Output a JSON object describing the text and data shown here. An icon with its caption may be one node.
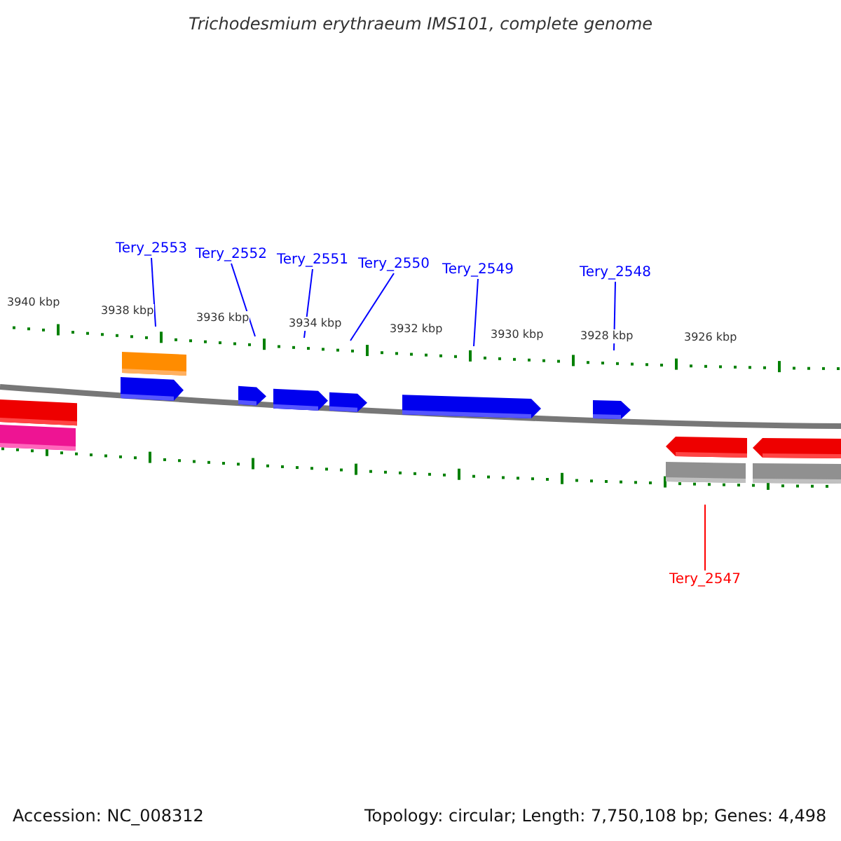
{
  "diagram": {
    "title": "Trichodesmium erythraeum IMS101, complete genome",
    "nodes": [
      {
        "text": [
          "Tery_2553"
        ]
      },
      {
        "text": [
          "Tery_2552"
        ]
      },
      {
        "text": [
          "Tery_2551"
        ]
      },
      {
        "text": [
          "Tery_2550"
        ]
      },
      {
        "text": [
          "Tery_2549"
        ]
      },
      {
        "text": [
          "Tery_2548"
        ]
      },
      {
        "text": [
          "Tery_2547"
        ]
      },
      {
        "text": [],
        "shape": "scale"
      },
      {
        "text": [],
        "shape": "scale"
      }
    ],
    "edges": [
      {
        "from": 0,
        "to": 7,
        "arrow": "none"
      },
      {
        "from": 1,
        "to": 7,
        "arrow": "none"
      },
      {
        "from": 2,
        "to": 7,
        "arrow": "none"
      },
      {
        "from": 3,
        "to": 7,
        "arrow": "none"
      },
      {
        "from": 4,
        "to": 7,
        "arrow": "none"
      },
      {
        "from": 5,
        "to": 7,
        "arrow": "none"
      },
      {
        "from": 6,
        "to": 8,
        "arrow": "none",
        "color": "#ff0000"
      }
    ],
    "labels": [
      "3940 kbp",
      "3938 kbp",
      "3936 kbp",
      "3934 kbp",
      "3932 kbp",
      "3930 kbp",
      "3928 kbp",
      "3926 kbp",
      "Accession: NC_008312",
      "Topology: circular; Length: 7,750,108 bp; Genes: 4,498"
    ]
  }
}
